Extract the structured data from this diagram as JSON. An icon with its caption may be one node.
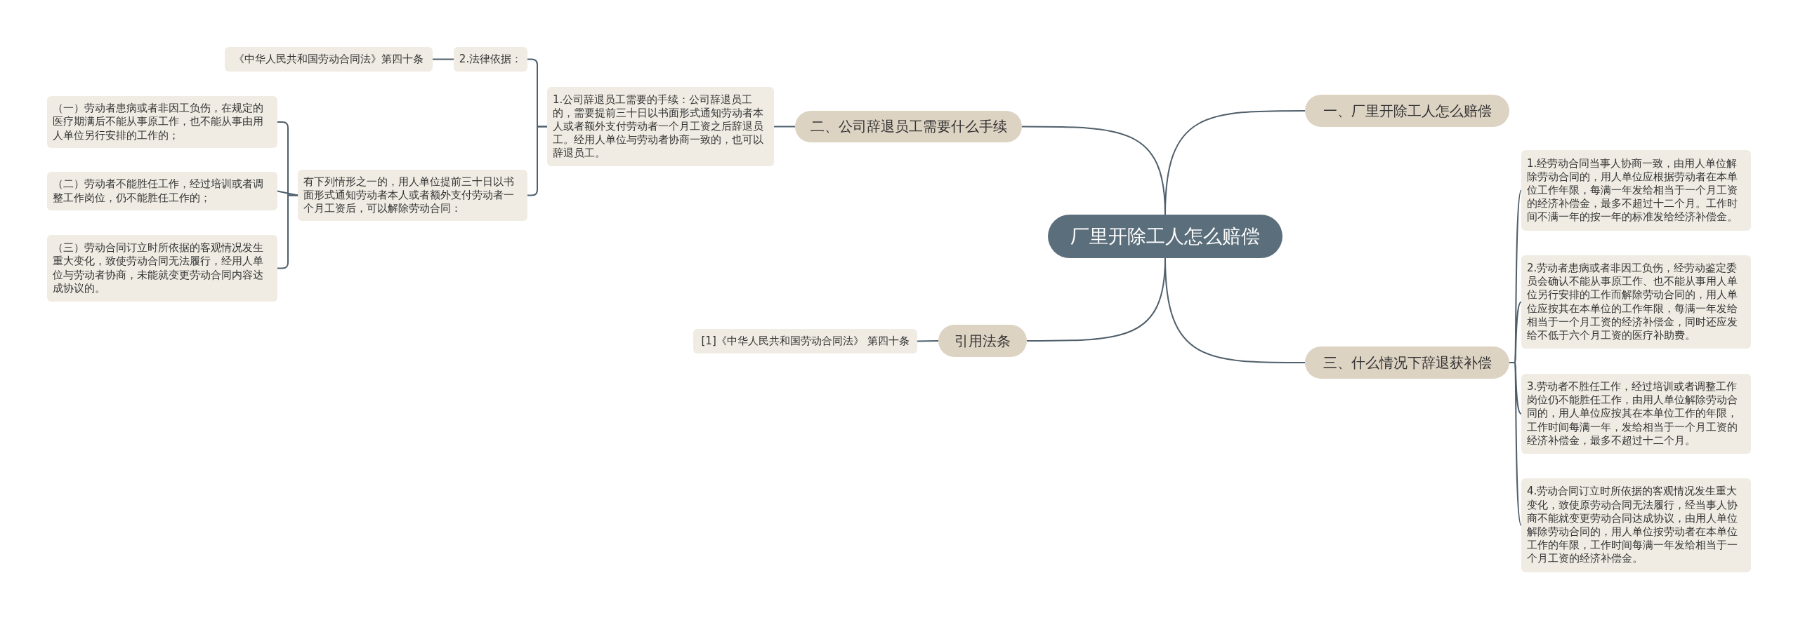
{
  "diagram": {
    "nodes": [
      {
        "text": [
          "厂里开除工人怎么赔偿"
        ]
      },
      {
        "text": [
          "一、厂里开除工人怎么赔偿"
        ]
      },
      {
        "text": [
          "三、什么情况下辞退获补偿"
        ]
      },
      {
        "text": [
          "1.经劳动合同当事人协商一致，由用人单位解除劳动合同的，用人单位应根据劳动者在本单位工作年限，每满一年发给相当于一个月工资的经济补偿金，最多不超过十二个月。工作时间不满一年的按一年的标准发给经济补偿金。"
        ]
      },
      {
        "text": [
          "2.劳动者患病或者非因工负伤，经劳动鉴定委员会确认不能从事原工作、也不能从事用人单位另行安排的工作而解除劳动合同的，用人单位应按其在本单位的工作年限，每满一年发给相当于一个月工资的经济补偿金，同时还应发给不低于六个月工资的医疗补助费。"
        ]
      },
      {
        "text": [
          "3.劳动者不胜任工作，经过培训或者调整工作岗位仍不能胜任工作，由用人单位解除劳动合同的，用人单位应按其在本单位工作的年限，工作时间每满一年，发给相当于一个月工资的经济补偿金，最多不超过十二个月。"
        ]
      },
      {
        "text": [
          "4.劳动合同订立时所依据的客观情况发生重大变化，致使原劳动合同无法履行，经当事人协商不能就变更劳动合同达成协议，由用人单位解除劳动合同的，用人单位按劳动者在本单位工作的年限，工作时间每满一年发给相当于一个月工资的经济补偿金。"
        ]
      },
      {
        "text": [
          "二、公司辞退员工需要什么手续"
        ]
      },
      {
        "text": [
          "1.公司辞退员工需要的手续：公司辞退员工的，需要提前三十日以书面形式通知劳动者本人或者额外支付劳动者一个月工资之后辞退员工。经用人单位与劳动者协商一致的，也可以辞退员工。"
        ]
      },
      {
        "text": [
          "2.法律依据："
        ]
      },
      {
        "text": [
          "《中华人民共和国劳动合同法》第四十条"
        ]
      },
      {
        "text": [
          "有下列情形之一的，用人单位提前三十日以书面形式通知劳动者本人或者额外支付劳动者一个月工资后，可以解除劳动合同："
        ]
      },
      {
        "text": [
          "（一）劳动者患病或者非因工负伤，在规定的医疗期满后不能从事原工作，也不能从事由用人单位另行安排的工作的；"
        ]
      },
      {
        "text": [
          "（二）劳动者不能胜任工作，经过培训或者调整工作岗位，仍不能胜任工作的；"
        ]
      },
      {
        "text": [
          "（三）劳动合同订立时所依据的客观情况发生重大变化，致使劳动合同无法履行，经用人单位与劳动者协商，未能就变更劳动合同内容达成协议的。"
        ]
      },
      {
        "text": [
          "引用法条"
        ]
      },
      {
        "text": [
          "[1]《中华人民共和国劳动合同法》 第四十条"
        ]
      }
    ],
    "edges": [
      {
        "from": 0,
        "to": 1,
        "arrow": "none"
      },
      {
        "from": 0,
        "to": 2,
        "arrow": "none"
      },
      {
        "from": 2,
        "to": 3,
        "arrow": "none"
      },
      {
        "from": 2,
        "to": 4,
        "arrow": "none"
      },
      {
        "from": 2,
        "to": 5,
        "arrow": "none"
      },
      {
        "from": 2,
        "to": 6,
        "arrow": "none"
      },
      {
        "from": 0,
        "to": 7,
        "arrow": "none"
      },
      {
        "from": 7,
        "to": 8,
        "arrow": "none"
      },
      {
        "from": 8,
        "to": 9,
        "arrow": "none"
      },
      {
        "from": 9,
        "to": 10,
        "arrow": "none"
      },
      {
        "from": 8,
        "to": 11,
        "arrow": "none"
      },
      {
        "from": 11,
        "to": 12,
        "arrow": "none"
      },
      {
        "from": 11,
        "to": 13,
        "arrow": "none"
      },
      {
        "from": 11,
        "to": 14,
        "arrow": "none"
      },
      {
        "from": 0,
        "to": 15,
        "arrow": "none"
      },
      {
        "from": 15,
        "to": 16,
        "arrow": "none"
      }
    ]
  }
}
